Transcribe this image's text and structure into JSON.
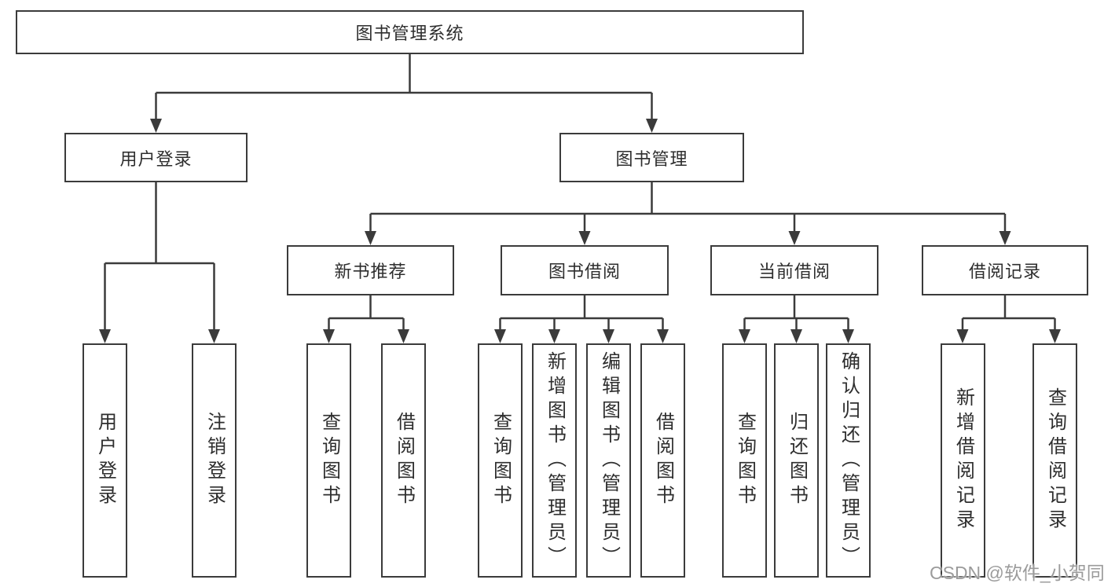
{
  "tree": {
    "root": {
      "label": "图书管理系统",
      "children": [
        {
          "label": "用户登录",
          "children": [
            {
              "label": "用户登录"
            },
            {
              "label": "注销登录"
            }
          ]
        },
        {
          "label": "图书管理",
          "children": [
            {
              "label": "新书推荐",
              "children": [
                {
                  "label": "查询图书"
                },
                {
                  "label": "借阅图书"
                }
              ]
            },
            {
              "label": "图书借阅",
              "children": [
                {
                  "label": "查询图书"
                },
                {
                  "label": "新增图书（管理员）"
                },
                {
                  "label": "编辑图书（管理员）"
                },
                {
                  "label": "借阅图书"
                }
              ]
            },
            {
              "label": "当前借阅",
              "children": [
                {
                  "label": "查询图书"
                },
                {
                  "label": "归还图书"
                },
                {
                  "label": "确认归还（管理员）"
                }
              ]
            },
            {
              "label": "借阅记录",
              "children": [
                {
                  "label": "新增借阅记录"
                },
                {
                  "label": "查询借阅记录"
                }
              ]
            }
          ]
        }
      ]
    }
  },
  "watermark": {
    "text": "CSDN @软件_小贺同学"
  },
  "colors": {
    "line": "#3b3b3b",
    "box_border": "#3b3b3b",
    "text": "#2e2e2e",
    "watermark": "#9b9b9b",
    "background": "#ffffff"
  }
}
